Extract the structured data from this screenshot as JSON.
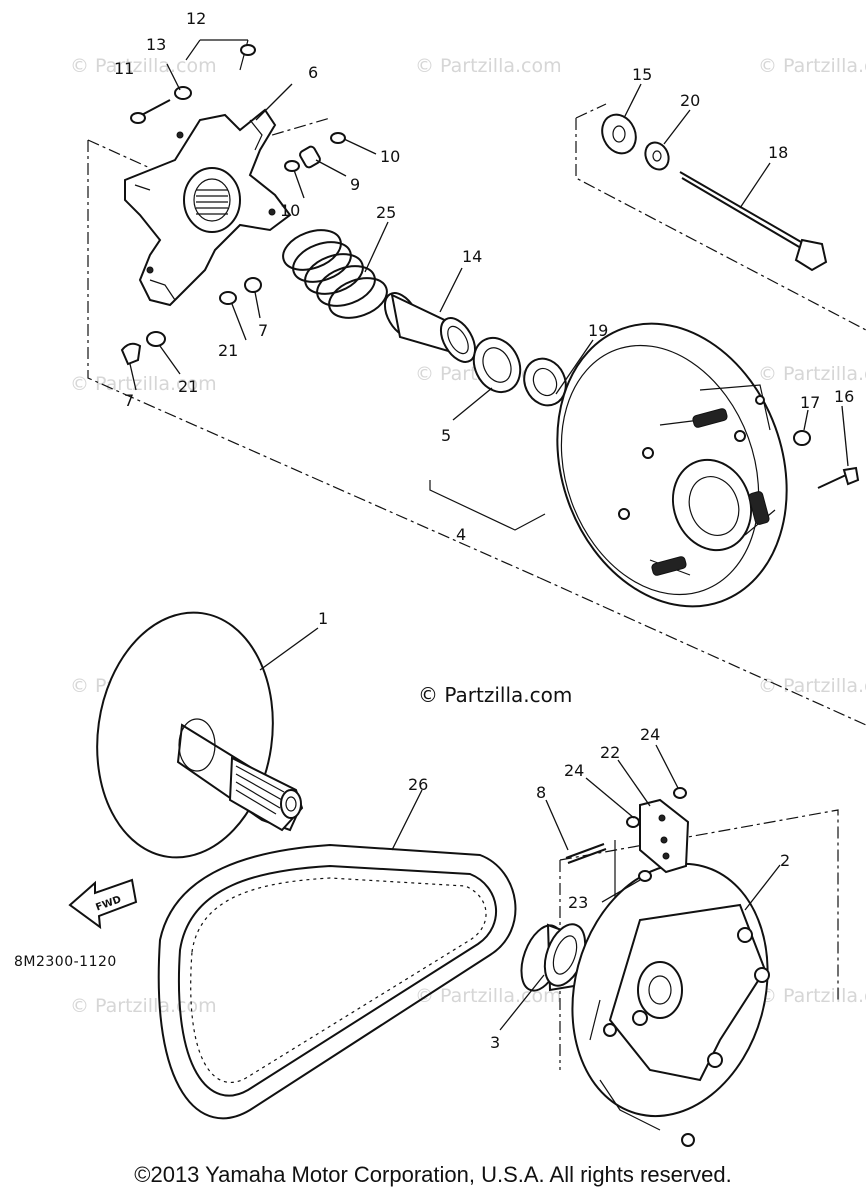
{
  "watermark": "© Partzilla.com",
  "center_watermark": "© Partzilla.com",
  "diagram_code": "8M2300-1120",
  "fwd_label": "FWD",
  "copyright": "©2013 Yamaha Motor Corporation, U.S.A. All rights reserved.",
  "callouts": {
    "c1": "1",
    "c2": "2",
    "c3": "3",
    "c4": "4",
    "c5": "5",
    "c6": "6",
    "c7a": "7",
    "c7b": "7",
    "c8": "8",
    "c9": "9",
    "c10a": "10",
    "c10b": "10",
    "c11": "11",
    "c12": "12",
    "c13": "13",
    "c14": "14",
    "c15": "15",
    "c16": "16",
    "c17": "17",
    "c18": "18",
    "c19": "19",
    "c20": "20",
    "c21a": "21",
    "c21b": "21",
    "c22": "22",
    "c23": "23",
    "c24a": "24",
    "c24b": "24",
    "c25": "25",
    "c26": "26"
  }
}
